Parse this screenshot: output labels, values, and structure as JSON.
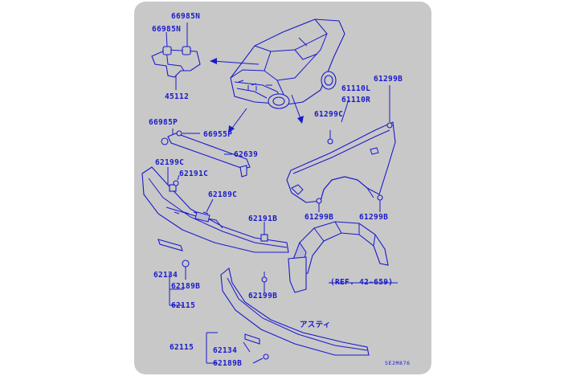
{
  "labels": {
    "p66985n_a": "66985N",
    "p66985n_b": "66985N",
    "p45112": "45112",
    "p61110l": "61110L",
    "p61110r": "61110R",
    "p61299b_top": "61299B",
    "p61299c": "61299C",
    "p66985p": "66985P",
    "p66955p": "66955P",
    "p62639": "62639",
    "p62199c": "62199C",
    "p62191c": "62191C",
    "p62189c": "62189C",
    "p61299b_l": "61299B",
    "p61299b_r": "61299B",
    "p62191b": "62191B",
    "p62134_a": "62134",
    "p62189b_a": "62189B",
    "p62115_a": "62115",
    "p62199b": "62199B",
    "ref": "(REF. 42-659)",
    "asti": "アスティ",
    "p62115_b": "62115",
    "p62134_b": "62134",
    "p62189b_b": "62189B",
    "code": "SE2M876"
  },
  "colors": {
    "ink": "#1a1acc",
    "panel": "#c8c8c8",
    "page": "#ffffff"
  }
}
